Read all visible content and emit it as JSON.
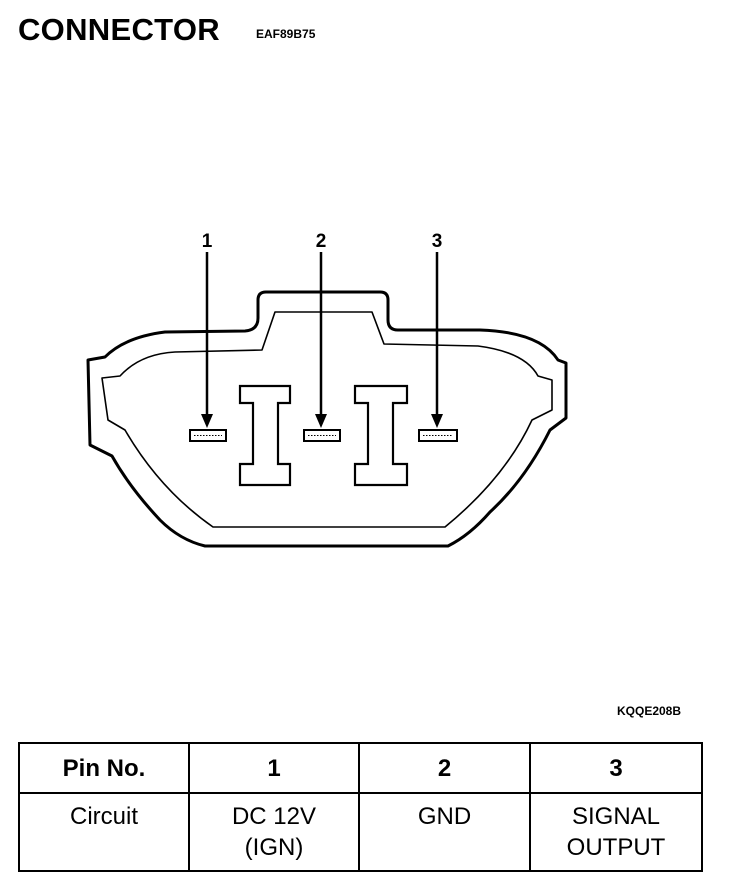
{
  "header": {
    "title": "CONNECTOR",
    "code": "EAF89B75"
  },
  "diagram": {
    "pins": [
      {
        "label": "1"
      },
      {
        "label": "2"
      },
      {
        "label": "3"
      }
    ],
    "figure_ref": "KQQE208B"
  },
  "table": {
    "headers": [
      "Pin No.",
      "1",
      "2",
      "3"
    ],
    "row_label": "Circuit",
    "cells": [
      {
        "line1": "DC  12V",
        "line2": "(IGN)"
      },
      {
        "line1": "GND",
        "line2": ""
      },
      {
        "line1": "SIGNAL",
        "line2": "OUTPUT"
      }
    ]
  }
}
